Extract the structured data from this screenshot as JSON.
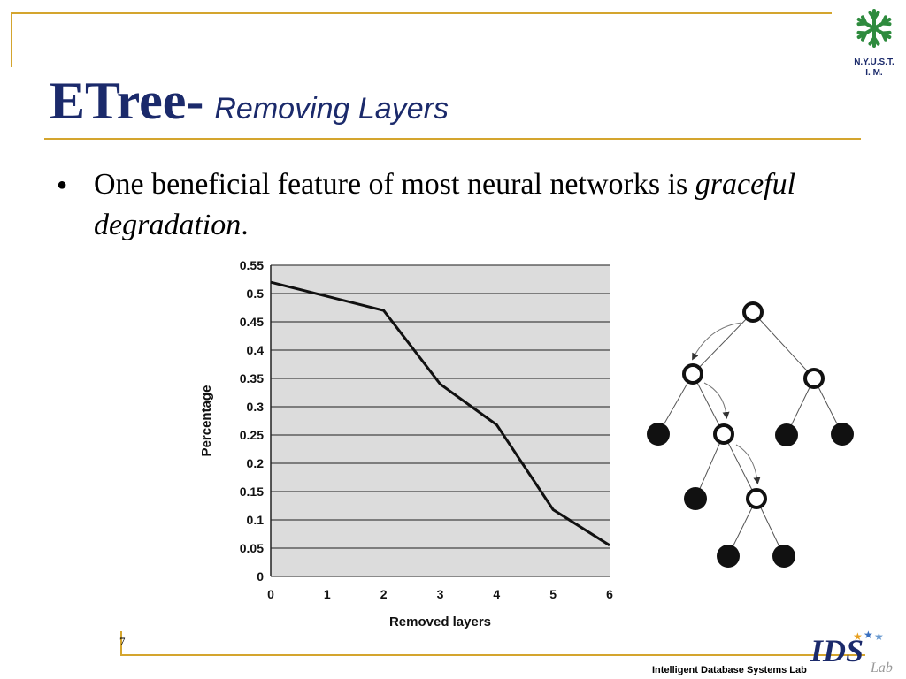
{
  "slide": {
    "title_main": "ETree-",
    "title_sub": "Removing Layers",
    "bullet_text": "One beneficial feature of most neural networks is ",
    "bullet_emphasis": "graceful degradation",
    "bullet_end": ".",
    "page_number": "7",
    "logo_text_line1": "N.Y.U.S.T.",
    "logo_text_line2": "I. M.",
    "footer_lab": "Intelligent Database Systems Lab",
    "ids_logo_text": "IDS",
    "ids_logo_sub": "Lab",
    "colors": {
      "navy": "#1b2a6b",
      "gold": "#d4a52e",
      "logo_green": "#2e8b3e"
    }
  },
  "chart_data": {
    "type": "line",
    "x": [
      0,
      1,
      2,
      3,
      4,
      5,
      6
    ],
    "series": [
      {
        "values": [
          0.52,
          0.495,
          0.47,
          0.34,
          0.268,
          0.118,
          0.055
        ]
      }
    ],
    "xlabel": "Removed layers",
    "ylabel": "Percentage",
    "xlim": [
      0,
      6
    ],
    "ylim": [
      0,
      0.55
    ],
    "x_ticks": [
      "0",
      "1",
      "2",
      "3",
      "4",
      "5",
      "6"
    ],
    "y_ticks": [
      "0",
      "0.05",
      "0.1",
      "0.15",
      "0.2",
      "0.25",
      "0.3",
      "0.35",
      "0.4",
      "0.45",
      "0.5",
      "0.55"
    ],
    "grid": true,
    "background": "#dcdcdc"
  }
}
